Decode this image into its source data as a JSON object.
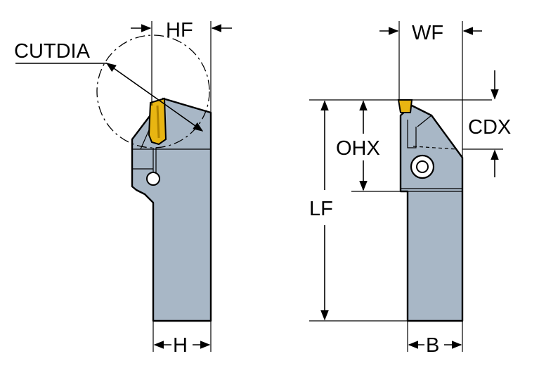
{
  "labels": {
    "cutdia": "CUTDIA",
    "hf": "HF",
    "h": "H",
    "wf": "WF",
    "cdx": "CDX",
    "ohx": "OHX",
    "lf": "LF",
    "b": "B"
  },
  "colors": {
    "holder_body": "#A8B7C6",
    "insert": "#E8B512",
    "insert_shade": "#B28400",
    "outline": "#000000",
    "background": "#FFFFFF"
  }
}
